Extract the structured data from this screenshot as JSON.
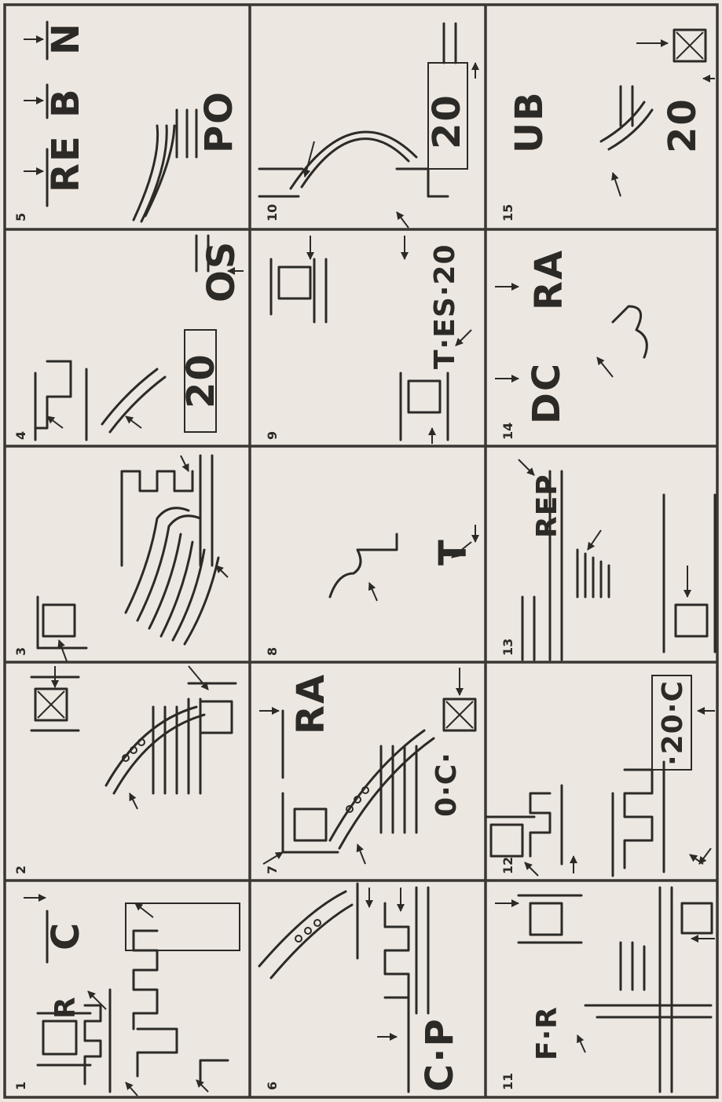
{
  "panels": [
    {
      "number": "1",
      "labels": [
        "R",
        "C"
      ]
    },
    {
      "number": "2",
      "labels": []
    },
    {
      "number": "3",
      "labels": []
    },
    {
      "number": "4",
      "labels": [
        "20",
        "OS"
      ]
    },
    {
      "number": "5",
      "labels": [
        "RE",
        "B",
        "N",
        "PO"
      ]
    },
    {
      "number": "6",
      "labels": [
        "C·P"
      ]
    },
    {
      "number": "7",
      "labels": [
        "RA",
        "0·C·"
      ]
    },
    {
      "number": "8",
      "labels": [
        "T"
      ]
    },
    {
      "number": "9",
      "labels": [
        "T·ES·20"
      ]
    },
    {
      "number": "10",
      "labels": [
        "20"
      ]
    },
    {
      "number": "11",
      "labels": [
        "F·R"
      ]
    },
    {
      "number": "12",
      "labels": [
        "·20·C"
      ]
    },
    {
      "number": "13",
      "labels": [
        "REP"
      ]
    },
    {
      "number": "14",
      "labels": [
        "DC",
        "RA"
      ]
    },
    {
      "number": "15",
      "labels": [
        "UB",
        "20"
      ]
    }
  ],
  "colors": {
    "paper": "#ece7e0",
    "ink": "#2c2a27"
  }
}
